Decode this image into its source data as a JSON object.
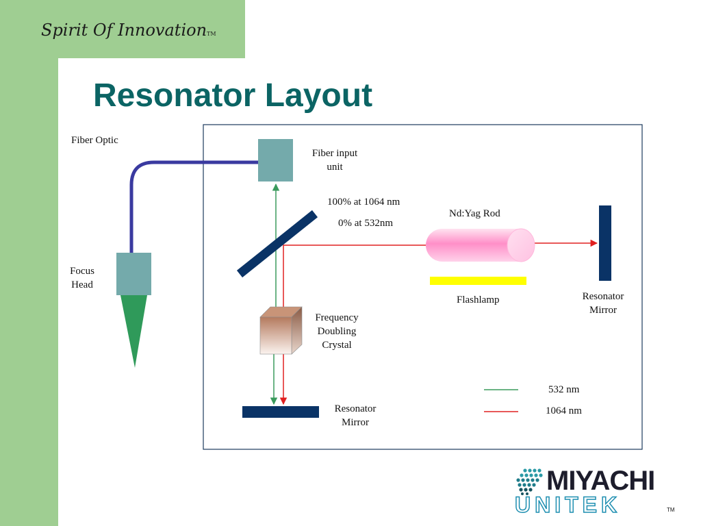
{
  "slide": {
    "tagline": "Spirit Of Innovation",
    "tagline_tm": "TM",
    "title": "Resonator Layout"
  },
  "labels": {
    "fiber_optic": "Fiber Optic",
    "fiber_input_unit": "Fiber input\nunit",
    "focus_head": "Focus\nHead",
    "reflectivity_1064": "100% at 1064 nm",
    "reflectivity_532": "0% at 532nm",
    "nd_yag_rod": "Nd:Yag Rod",
    "flashlamp": "Flashlamp",
    "resonator_mirror_right": "Resonator\nMirror",
    "frequency_doubling_crystal": "Frequency\nDoubling\nCrystal",
    "resonator_mirror_bottom": "Resonator\nMirror"
  },
  "legend": [
    {
      "label": "532 nm",
      "color": "#3a9a5c"
    },
    {
      "label": "1064 nm",
      "color": "#e02020"
    }
  ],
  "colors": {
    "title": "#0b6464",
    "green_band": "#9fce92",
    "fiber_cable": "#3a3aa0",
    "component_teal": "#74aaab",
    "mirror_navy": "#0a3366",
    "beam_532": "#3a9a5c",
    "beam_1064": "#e02020",
    "flashlamp": "#ffff00",
    "rod_pink": "#ff9ccf",
    "focus_cone": "#2f9a5a"
  },
  "logo": {
    "name_top": "MIYACHI",
    "name_bottom": "UNITEK",
    "tm": "TM"
  }
}
